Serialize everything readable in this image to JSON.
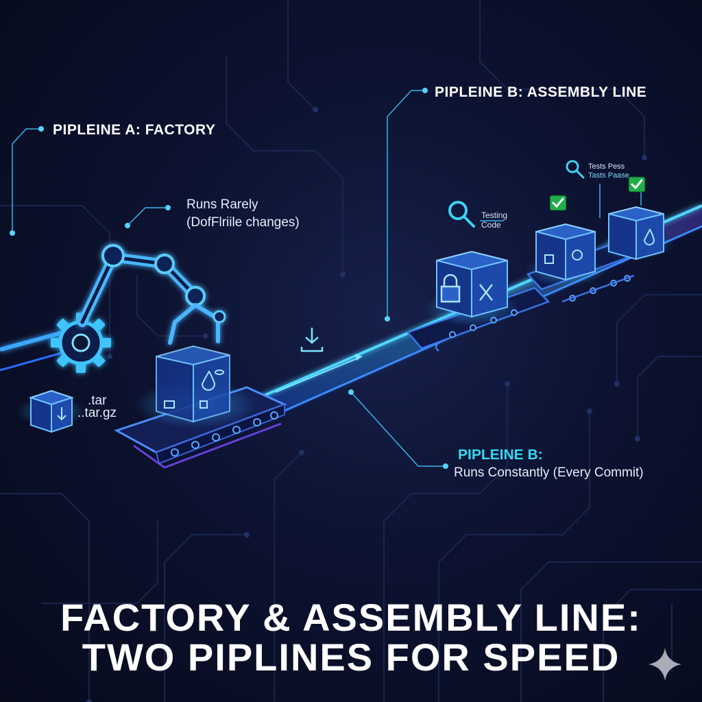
{
  "labels": {
    "pipeline_a": "PIPLEINE A: FACTORY",
    "pipeline_a_freq": "Runs Rarely",
    "pipeline_a_freq_detail": "(DofFlriile changes)",
    "pipeline_b": "PIPLEINE B: ASSEMBLY LINE",
    "pipeline_b_bottom_title": "PIPLEINE B:",
    "pipeline_b_bottom_detail": "Runs Constantly (Every Commit)",
    "testing_line1": "Testing",
    "testing_line2": "Code",
    "tests_pass_line1": "Tests Pess",
    "tests_pass_line2": "Tasts Paase",
    "file_tar": ".tar",
    "file_targz": "..tar.gz"
  },
  "title": {
    "line1": "FACTORY & ASSEMBLY LINE:",
    "line2": "TWO PIPLINES FOR SPEED"
  },
  "colors": {
    "background": "#0a0f22",
    "accent_cyan": "#38d6f0",
    "accent_blue": "#2f7bff",
    "check_green": "#1fae4a",
    "text": "#ffffff"
  },
  "icons": [
    "robot-arm-icon",
    "gear-icon",
    "package-icon",
    "magnifier-icon",
    "check-icon",
    "download-icon",
    "sparkle-icon"
  ]
}
